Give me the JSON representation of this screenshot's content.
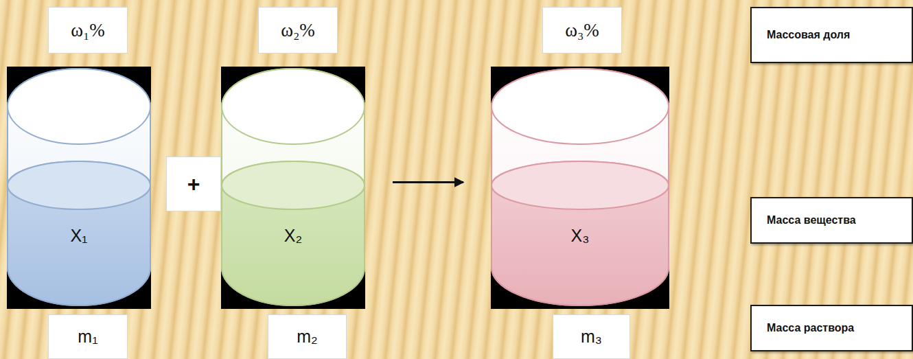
{
  "diagram": {
    "nodes": [
      {
        "text": [
          "ω₁%"
        ]
      },
      {
        "text": [
          "ω₂%"
        ]
      },
      {
        "text": [
          "ω₃%"
        ]
      },
      {
        "text": [
          "Массовая доля"
        ]
      },
      {
        "text": [
          "X₁"
        ]
      },
      {
        "text": [
          "+"
        ]
      },
      {
        "text": [
          "X₂"
        ]
      },
      {
        "text": [
          "X₃"
        ]
      },
      {
        "text": [
          "Масса вещества"
        ]
      },
      {
        "text": [
          "m₁"
        ]
      },
      {
        "text": [
          "m₂"
        ]
      },
      {
        "text": [
          "m₃"
        ]
      },
      {
        "text": [
          "Масса раствора"
        ]
      }
    ],
    "edges": [
      {
        "from": 6,
        "to": 7,
        "arrow": "to"
      }
    ]
  }
}
